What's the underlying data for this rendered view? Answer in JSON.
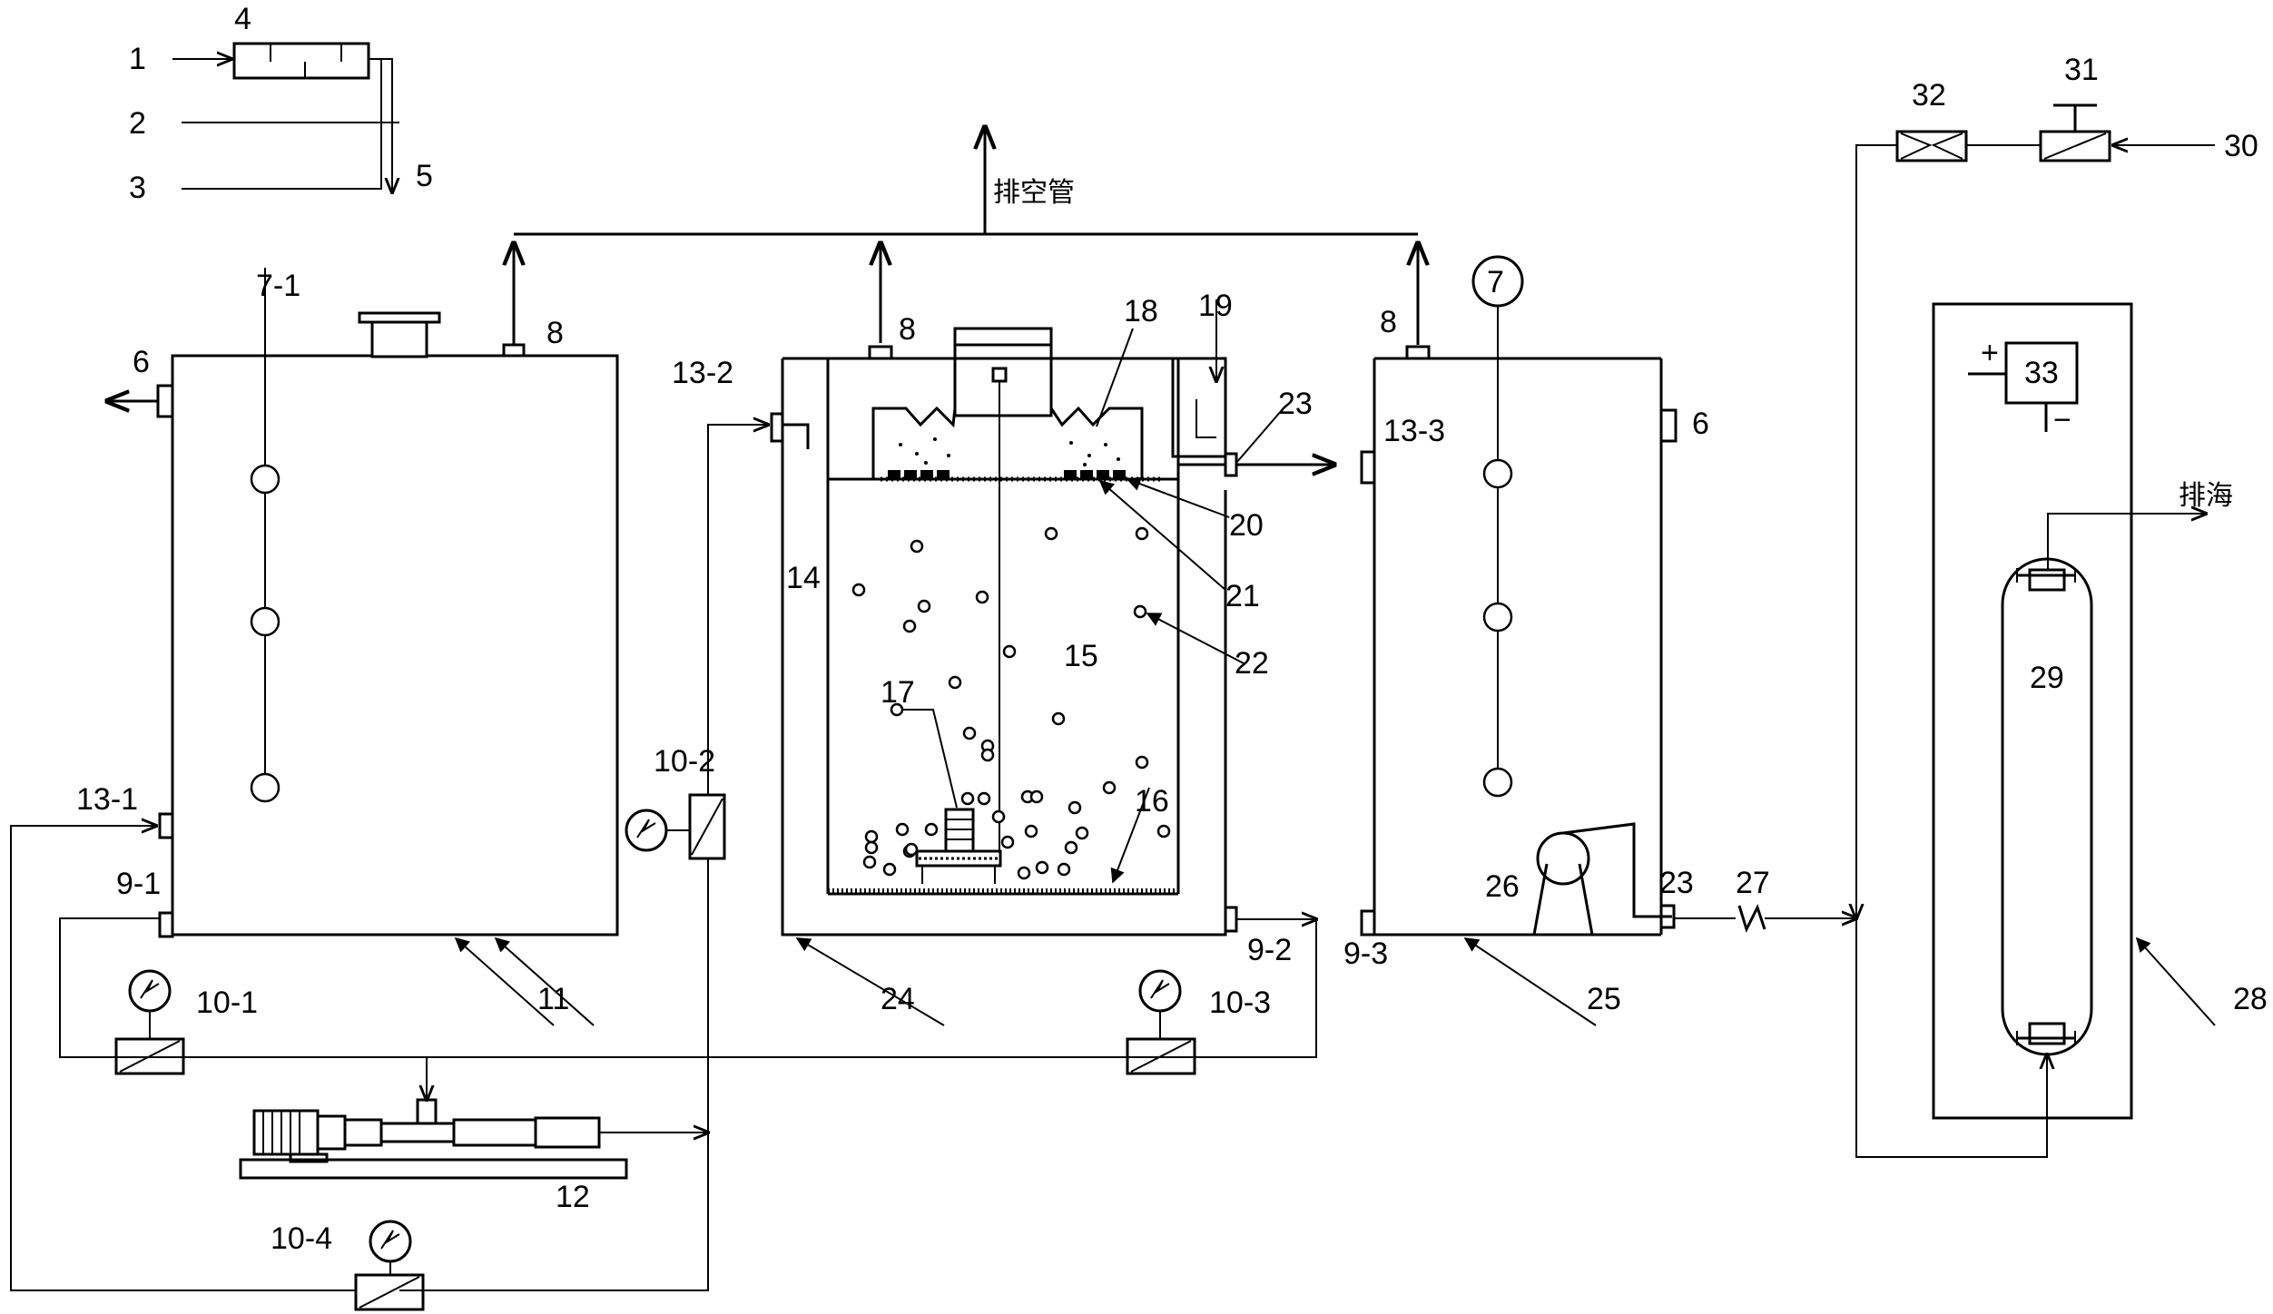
{
  "labels": {
    "n1": "1",
    "n2": "2",
    "n3": "3",
    "n4": "4",
    "n5": "5",
    "n6a": "6",
    "n6b": "6",
    "n7_1": "7-1",
    "n7": "7",
    "n8a": "8",
    "n8b": "8",
    "n8c": "8",
    "n9_1": "9-1",
    "n9_2": "9-2",
    "n9_3": "9-3",
    "n10_1": "10-1",
    "n10_2": "10-2",
    "n10_3": "10-3",
    "n10_4": "10-4",
    "n11": "11",
    "n12": "12",
    "n13_1": "13-1",
    "n13_2": "13-2",
    "n13_3": "13-3",
    "n14": "14",
    "n15": "15",
    "n16": "16",
    "n17": "17",
    "n18": "18",
    "n19": "19",
    "n20": "20",
    "n21": "21",
    "n22": "22",
    "n23a": "23",
    "n23b": "23",
    "n24": "24",
    "n25": "25",
    "n26": "26",
    "n27": "27",
    "n28": "28",
    "n29": "29",
    "n30": "30",
    "n31": "31",
    "n32": "32",
    "n33": "33",
    "vent_pipe": "排空管",
    "sea_discharge": "排海",
    "plus": "+",
    "minus": "−"
  }
}
